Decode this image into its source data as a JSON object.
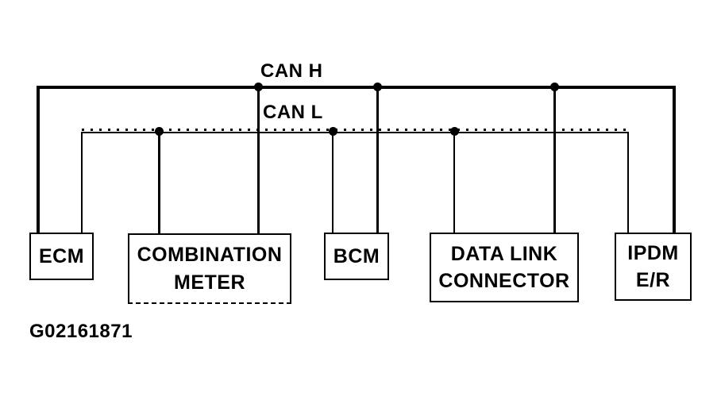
{
  "diagram": {
    "type": "can-bus-wiring-diagram",
    "figure_id": "G02161871",
    "colors": {
      "line": "#000000",
      "background": "#ffffff"
    },
    "buses": {
      "can_h": {
        "label": "CAN H",
        "style": "solid-thick"
      },
      "can_l": {
        "label": "CAN L",
        "style": "dotted-thin"
      }
    },
    "nodes": {
      "ecm": {
        "label": "ECM",
        "connected_to": [
          "CAN H",
          "CAN L"
        ]
      },
      "combination_meter": {
        "line1": "COMBINATION",
        "line2": "METER",
        "connected_to": [
          "CAN H",
          "CAN L"
        ]
      },
      "bcm": {
        "label": "BCM",
        "connected_to": [
          "CAN H",
          "CAN L"
        ]
      },
      "data_link_connector": {
        "line1": "DATA LINK",
        "line2": "CONNECTOR",
        "connected_to": [
          "CAN H",
          "CAN L"
        ]
      },
      "ipdm_er": {
        "line1": "IPDM",
        "line2": "E/R",
        "connected_to": [
          "CAN H",
          "CAN L"
        ]
      }
    }
  }
}
